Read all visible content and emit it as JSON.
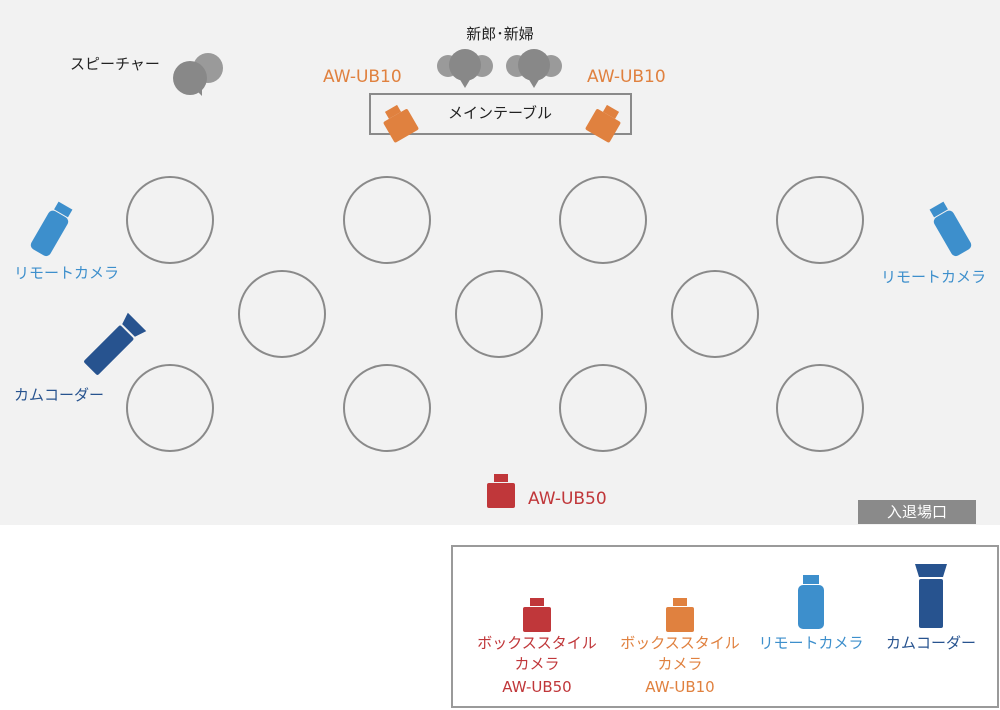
{
  "colors": {
    "red": "#c0373a",
    "orange": "#e0813f",
    "light_blue": "#3d8fcc",
    "dark_blue": "#27538f",
    "gray": "#8a8a8a",
    "text": "#222222"
  },
  "labels": {
    "speaker": "スピーチャー",
    "bride_groom": "新郎･新婦",
    "main_table": "メインテーブル",
    "ub10_left": "AW-UB10",
    "ub10_right": "AW-UB10",
    "remote_left": "リモートカメラ",
    "remote_right": "リモートカメラ",
    "camcorder": "カムコーダー",
    "ub50": "AW-UB50",
    "entrance": "入退場口"
  },
  "legend": {
    "items": [
      {
        "line1": "ボックススタイル",
        "line2": "カメラ",
        "line3": "AW-UB50"
      },
      {
        "line1": "ボックススタイル",
        "line2": "カメラ",
        "line3": "AW-UB10"
      },
      {
        "line1": "リモートカメラ"
      },
      {
        "line1": "カムコーダー"
      }
    ]
  },
  "icons": [
    "speech-bubbles-icon",
    "person-icon",
    "box-camera-icon",
    "remote-camera-icon",
    "camcorder-icon"
  ]
}
